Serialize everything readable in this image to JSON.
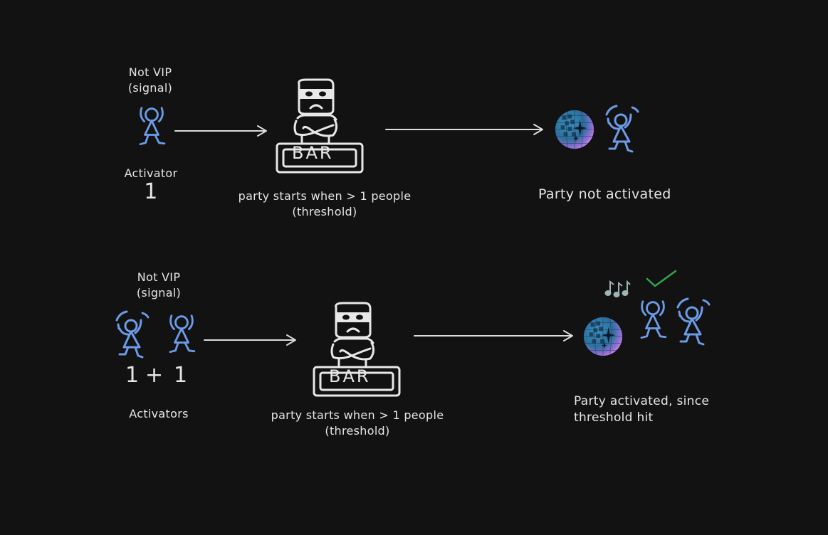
{
  "canvas": {
    "background": "#121212"
  },
  "colors": {
    "text": "#e6e6e6",
    "person": "#6d9be8",
    "check": "#2fa84f",
    "music_notes": "#9fb5b5",
    "disco_blue": "#2f7fb0",
    "disco_pink": "#c88ae8"
  },
  "scenario_1": {
    "signal_label_line1": "Not VIP",
    "signal_label_line2": "(signal)",
    "activator_label": "Activator",
    "activator_count": "1",
    "bar_sign": "BAR",
    "rule_line1": "party starts when > 1 people",
    "rule_line2": "(threshold)",
    "result_label": "Party not activated",
    "icons": [
      "person-icon",
      "arrow-right-icon",
      "bouncer-icon",
      "bar-sign-icon",
      "arrow-right-icon",
      "disco-ball-icon",
      "dancing-person-icon"
    ]
  },
  "scenario_2": {
    "signal_label_line1": "Not VIP",
    "signal_label_line2": "(signal)",
    "activator_label": "Activators",
    "activator_count_a": "1",
    "plus": "+",
    "activator_count_b": "1",
    "bar_sign": "BAR",
    "rule_line1": "party starts when > 1 people",
    "rule_line2": "(threshold)",
    "result_line1": "Party activated, since",
    "result_line2": "threshold hit",
    "icons": [
      "dancing-person-icon",
      "person-icon",
      "arrow-right-icon",
      "bouncer-icon",
      "bar-sign-icon",
      "arrow-right-icon",
      "disco-ball-icon",
      "music-notes-icon",
      "checkmark-icon",
      "person-icon",
      "dancing-person-icon"
    ]
  }
}
